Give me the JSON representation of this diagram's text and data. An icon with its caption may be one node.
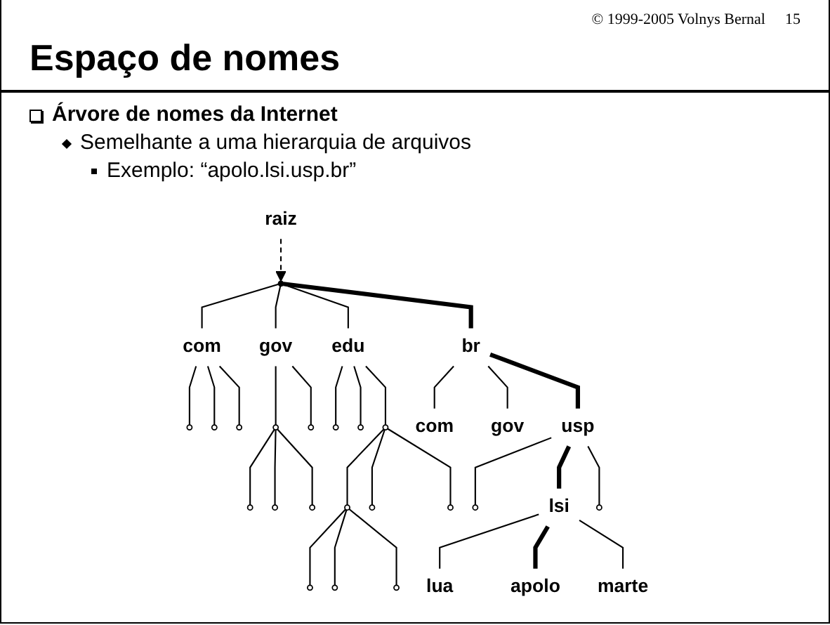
{
  "diagram": {
    "title": "Espaço de nomes",
    "nodes": [
      {
        "text": [
          "raiz"
        ]
      },
      {
        "text": [],
        "shape": "dot"
      },
      {
        "text": [
          "com"
        ]
      },
      {
        "text": [
          "gov"
        ]
      },
      {
        "text": [
          "edu"
        ]
      },
      {
        "text": [
          "br"
        ]
      },
      {
        "text": [],
        "shape": "circle"
      },
      {
        "text": [],
        "shape": "circle"
      },
      {
        "text": [],
        "shape": "circle"
      },
      {
        "text": [],
        "shape": "circle"
      },
      {
        "text": [],
        "shape": "circle"
      },
      {
        "text": [],
        "shape": "circle"
      },
      {
        "text": [],
        "shape": "circle"
      },
      {
        "text": [],
        "shape": "circle"
      },
      {
        "text": [
          "com"
        ]
      },
      {
        "text": [
          "gov"
        ]
      },
      {
        "text": [
          "usp"
        ]
      },
      {
        "text": [],
        "shape": "circle"
      },
      {
        "text": [],
        "shape": "circle"
      },
      {
        "text": [],
        "shape": "circle"
      },
      {
        "text": [],
        "shape": "circle"
      },
      {
        "text": [],
        "shape": "circle"
      },
      {
        "text": [],
        "shape": "circle"
      },
      {
        "text": [],
        "shape": "circle"
      },
      {
        "text": [
          "lsi"
        ]
      },
      {
        "text": [],
        "shape": "circle"
      },
      {
        "text": [],
        "shape": "circle"
      },
      {
        "text": [],
        "shape": "circle"
      },
      {
        "text": [],
        "shape": "circle"
      },
      {
        "text": [
          "lua"
        ]
      },
      {
        "text": [
          "apolo"
        ]
      },
      {
        "text": [
          "marte"
        ]
      }
    ],
    "edges": [
      {
        "from": 0,
        "to": 1,
        "arrow": "to",
        "style": "dashed"
      },
      {
        "from": 1,
        "to": 2,
        "arrow": "none"
      },
      {
        "from": 1,
        "to": 3,
        "arrow": "none"
      },
      {
        "from": 1,
        "to": 4,
        "arrow": "none"
      },
      {
        "from": 1,
        "to": 5,
        "arrow": "none",
        "style": "thick"
      },
      {
        "from": 2,
        "to": 6,
        "arrow": "none"
      },
      {
        "from": 2,
        "to": 7,
        "arrow": "none"
      },
      {
        "from": 2,
        "to": 8,
        "arrow": "none"
      },
      {
        "from": 3,
        "to": 9,
        "arrow": "none"
      },
      {
        "from": 3,
        "to": 10,
        "arrow": "none"
      },
      {
        "from": 4,
        "to": 11,
        "arrow": "none"
      },
      {
        "from": 4,
        "to": 12,
        "arrow": "none"
      },
      {
        "from": 4,
        "to": 13,
        "arrow": "none"
      },
      {
        "from": 5,
        "to": 14,
        "arrow": "none"
      },
      {
        "from": 5,
        "to": 15,
        "arrow": "none"
      },
      {
        "from": 5,
        "to": 16,
        "arrow": "none",
        "style": "thick"
      },
      {
        "from": 9,
        "to": 17,
        "arrow": "none"
      },
      {
        "from": 9,
        "to": 18,
        "arrow": "none"
      },
      {
        "from": 9,
        "to": 19,
        "arrow": "none"
      },
      {
        "from": 13,
        "to": 20,
        "arrow": "none"
      },
      {
        "from": 13,
        "to": 21,
        "arrow": "none"
      },
      {
        "from": 13,
        "to": 22,
        "arrow": "none"
      },
      {
        "from": 16,
        "to": 23,
        "arrow": "none"
      },
      {
        "from": 16,
        "to": 24,
        "arrow": "none",
        "style": "thick"
      },
      {
        "from": 16,
        "to": 25,
        "arrow": "none"
      },
      {
        "from": 20,
        "to": 26,
        "arrow": "none"
      },
      {
        "from": 20,
        "to": 27,
        "arrow": "none"
      },
      {
        "from": 20,
        "to": 28,
        "arrow": "none"
      },
      {
        "from": 24,
        "to": 29,
        "arrow": "none"
      },
      {
        "from": 24,
        "to": 30,
        "arrow": "none",
        "style": "thick"
      },
      {
        "from": 24,
        "to": 31,
        "arrow": "none"
      }
    ],
    "labels": [
      "© 1999-2005 Volnys Bernal",
      "15",
      "Árvore de nomes da Internet",
      "Semelhante a uma hierarquia de arquivos",
      "Exemplo: “apolo.lsi.usp.br”"
    ]
  }
}
